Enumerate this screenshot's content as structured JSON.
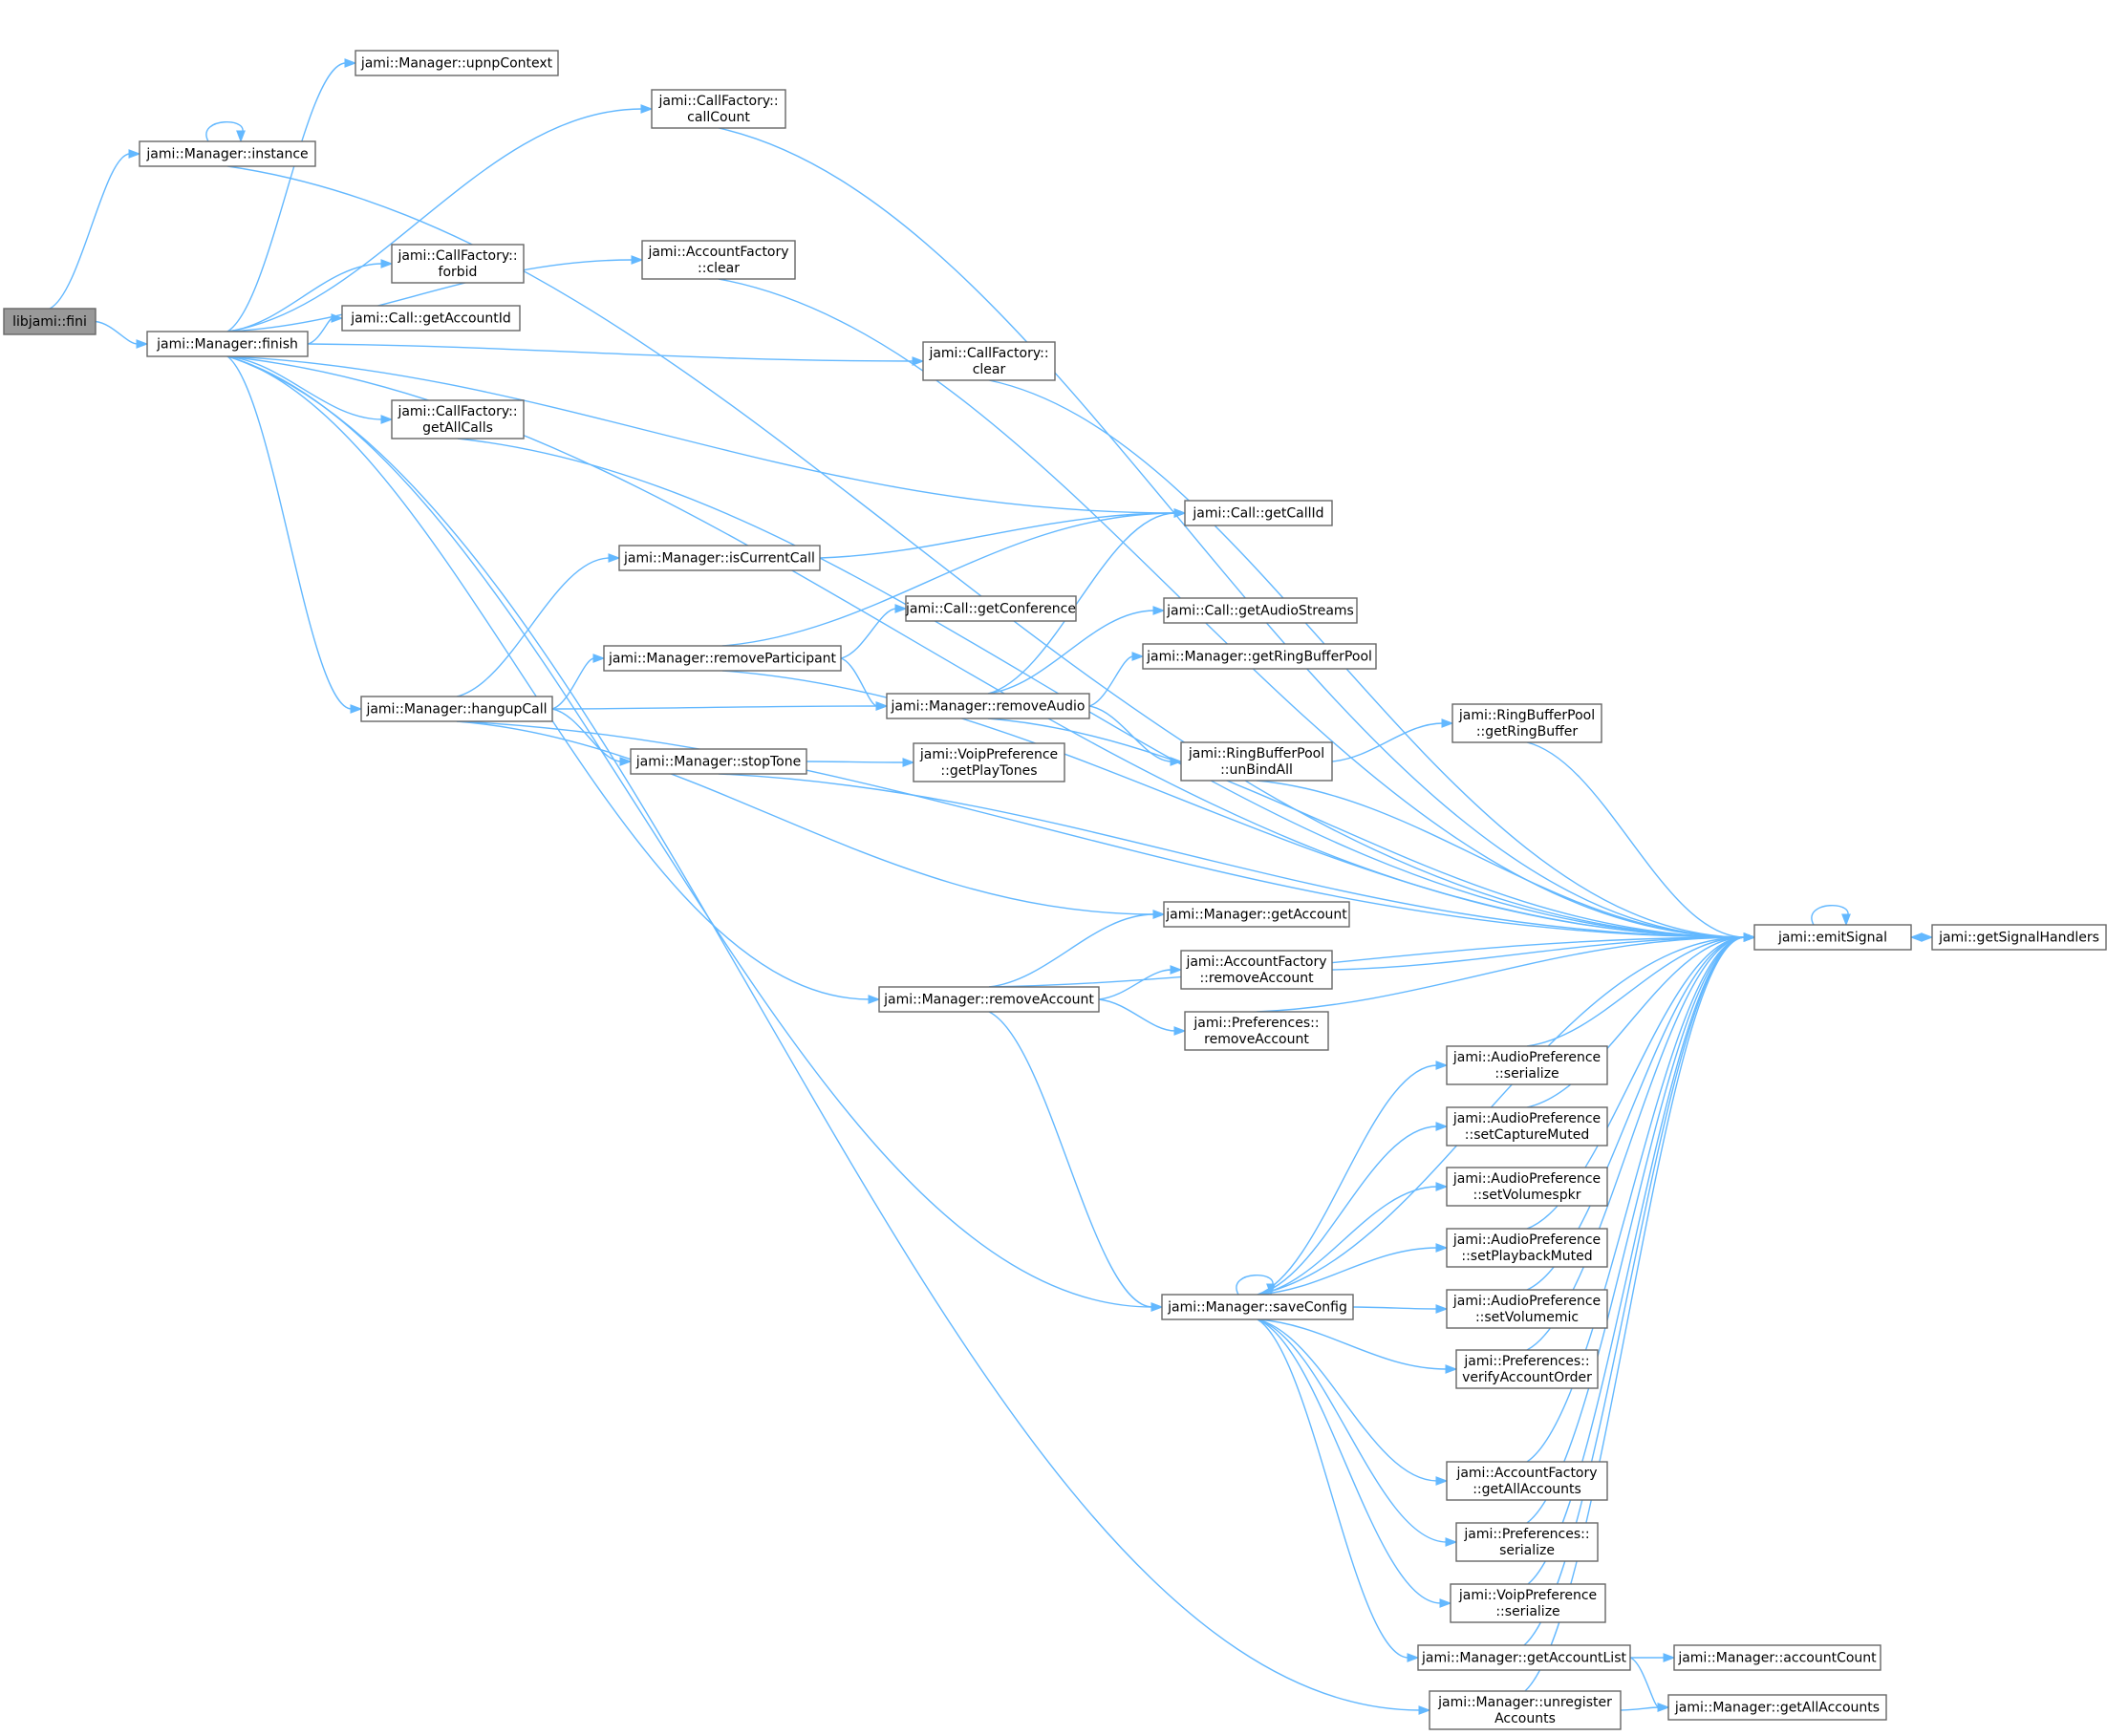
{
  "graph": {
    "nodes": [
      {
        "id": "fini",
        "lines": [
          "libjami::fini"
        ],
        "root": true
      },
      {
        "id": "instance",
        "lines": [
          "jami::Manager::instance"
        ]
      },
      {
        "id": "finish",
        "lines": [
          "jami::Manager::finish"
        ]
      },
      {
        "id": "upnpContext",
        "lines": [
          "jami::Manager::upnpContext"
        ]
      },
      {
        "id": "callCount",
        "lines": [
          "jami::CallFactory::",
          "callCount"
        ]
      },
      {
        "id": "acctClear",
        "lines": [
          "jami::AccountFactory",
          "::clear"
        ]
      },
      {
        "id": "forbid",
        "lines": [
          "jami::CallFactory::",
          "forbid"
        ]
      },
      {
        "id": "getAccountId",
        "lines": [
          "jami::Call::getAccountId"
        ]
      },
      {
        "id": "callClear",
        "lines": [
          "jami::CallFactory::",
          "clear"
        ]
      },
      {
        "id": "getAllCalls",
        "lines": [
          "jami::CallFactory::",
          "getAllCalls"
        ]
      },
      {
        "id": "getCallId",
        "lines": [
          "jami::Call::getCallId"
        ]
      },
      {
        "id": "isCurrentCall",
        "lines": [
          "jami::Manager::isCurrentCall"
        ]
      },
      {
        "id": "getConference",
        "lines": [
          "jami::Call::getConference"
        ]
      },
      {
        "id": "removeParticipant",
        "lines": [
          "jami::Manager::removeParticipant"
        ]
      },
      {
        "id": "getAudioStreams",
        "lines": [
          "jami::Call::getAudioStreams"
        ]
      },
      {
        "id": "getRingBufferPool",
        "lines": [
          "jami::Manager::getRingBufferPool"
        ]
      },
      {
        "id": "hangupCall",
        "lines": [
          "jami::Manager::hangupCall"
        ]
      },
      {
        "id": "removeAudio",
        "lines": [
          "jami::Manager::removeAudio"
        ]
      },
      {
        "id": "getRingBuffer",
        "lines": [
          "jami::RingBufferPool",
          "::getRingBuffer"
        ]
      },
      {
        "id": "stopTone",
        "lines": [
          "jami::Manager::stopTone"
        ]
      },
      {
        "id": "getPlayTones",
        "lines": [
          "jami::VoipPreference",
          "::getPlayTones"
        ]
      },
      {
        "id": "unBindAll",
        "lines": [
          "jami::RingBufferPool",
          "::unBindAll"
        ]
      },
      {
        "id": "getAccount",
        "lines": [
          "jami::Manager::getAccount"
        ]
      },
      {
        "id": "emitSignal",
        "lines": [
          "jami::emitSignal"
        ]
      },
      {
        "id": "getSignalHandlers",
        "lines": [
          "jami::getSignalHandlers"
        ]
      },
      {
        "id": "afRemoveAccount",
        "lines": [
          "jami::AccountFactory",
          "::removeAccount"
        ]
      },
      {
        "id": "removeAccount",
        "lines": [
          "jami::Manager::removeAccount"
        ]
      },
      {
        "id": "prefRemoveAccount",
        "lines": [
          "jami::Preferences::",
          "removeAccount"
        ]
      },
      {
        "id": "apSerialize",
        "lines": [
          "jami::AudioPreference",
          "::serialize"
        ]
      },
      {
        "id": "setCaptureMuted",
        "lines": [
          "jami::AudioPreference",
          "::setCaptureMuted"
        ]
      },
      {
        "id": "setVolumespkr",
        "lines": [
          "jami::AudioPreference",
          "::setVolumespkr"
        ]
      },
      {
        "id": "setPlaybackMuted",
        "lines": [
          "jami::AudioPreference",
          "::setPlaybackMuted"
        ]
      },
      {
        "id": "saveConfig",
        "lines": [
          "jami::Manager::saveConfig"
        ]
      },
      {
        "id": "setVolumemic",
        "lines": [
          "jami::AudioPreference",
          "::setVolumemic"
        ]
      },
      {
        "id": "verifyAccountOrder",
        "lines": [
          "jami::Preferences::",
          "verifyAccountOrder"
        ]
      },
      {
        "id": "afGetAllAccounts",
        "lines": [
          "jami::AccountFactory",
          "::getAllAccounts"
        ]
      },
      {
        "id": "prefSerialize",
        "lines": [
          "jami::Preferences::",
          "serialize"
        ]
      },
      {
        "id": "vpSerialize",
        "lines": [
          "jami::VoipPreference",
          "::serialize"
        ]
      },
      {
        "id": "getAccountList",
        "lines": [
          "jami::Manager::getAccountList"
        ]
      },
      {
        "id": "accountCount",
        "lines": [
          "jami::Manager::accountCount"
        ]
      },
      {
        "id": "unregisterAccounts",
        "lines": [
          "jami::Manager::unregister",
          "Accounts"
        ]
      },
      {
        "id": "mGetAllAccounts",
        "lines": [
          "jami::Manager::getAllAccounts"
        ]
      }
    ],
    "edges": [
      [
        "fini",
        "instance"
      ],
      [
        "fini",
        "finish"
      ],
      [
        "instance",
        "instance"
      ],
      [
        "instance",
        "emitSignal"
      ],
      [
        "finish",
        "upnpContext"
      ],
      [
        "finish",
        "callCount"
      ],
      [
        "finish",
        "emitSignal"
      ],
      [
        "finish",
        "acctClear"
      ],
      [
        "finish",
        "forbid"
      ],
      [
        "finish",
        "getAccountId"
      ],
      [
        "finish",
        "callClear"
      ],
      [
        "finish",
        "getAllCalls"
      ],
      [
        "finish",
        "getCallId"
      ],
      [
        "finish",
        "hangupCall"
      ],
      [
        "finish",
        "removeAccount"
      ],
      [
        "finish",
        "saveConfig"
      ],
      [
        "finish",
        "unregisterAccounts"
      ],
      [
        "callCount",
        "emitSignal"
      ],
      [
        "acctClear",
        "emitSignal"
      ],
      [
        "callClear",
        "emitSignal"
      ],
      [
        "getAllCalls",
        "emitSignal"
      ],
      [
        "hangupCall",
        "isCurrentCall"
      ],
      [
        "hangupCall",
        "removeParticipant"
      ],
      [
        "hangupCall",
        "removeAudio"
      ],
      [
        "hangupCall",
        "stopTone"
      ],
      [
        "hangupCall",
        "getAccount"
      ],
      [
        "hangupCall",
        "emitSignal"
      ],
      [
        "isCurrentCall",
        "getCallId"
      ],
      [
        "removeParticipant",
        "getCallId"
      ],
      [
        "removeParticipant",
        "getConference"
      ],
      [
        "removeParticipant",
        "removeAudio"
      ],
      [
        "removeParticipant",
        "emitSignal"
      ],
      [
        "removeAudio",
        "getCallId"
      ],
      [
        "removeAudio",
        "getAudioStreams"
      ],
      [
        "removeAudio",
        "getRingBufferPool"
      ],
      [
        "removeAudio",
        "unBindAll"
      ],
      [
        "removeAudio",
        "emitSignal"
      ],
      [
        "unBindAll",
        "getRingBuffer"
      ],
      [
        "unBindAll",
        "emitSignal"
      ],
      [
        "getRingBuffer",
        "emitSignal"
      ],
      [
        "stopTone",
        "getPlayTones"
      ],
      [
        "stopTone",
        "emitSignal"
      ],
      [
        "emitSignal",
        "emitSignal"
      ],
      [
        "emitSignal",
        "getSignalHandlers"
      ],
      [
        "getSignalHandlers",
        "emitSignal"
      ],
      [
        "removeAccount",
        "getAccount"
      ],
      [
        "removeAccount",
        "afRemoveAccount"
      ],
      [
        "removeAccount",
        "prefRemoveAccount"
      ],
      [
        "removeAccount",
        "emitSignal"
      ],
      [
        "removeAccount",
        "saveConfig"
      ],
      [
        "afRemoveAccount",
        "emitSignal"
      ],
      [
        "prefRemoveAccount",
        "emitSignal"
      ],
      [
        "saveConfig",
        "saveConfig"
      ],
      [
        "saveConfig",
        "apSerialize"
      ],
      [
        "saveConfig",
        "setCaptureMuted"
      ],
      [
        "saveConfig",
        "setVolumespkr"
      ],
      [
        "saveConfig",
        "setPlaybackMuted"
      ],
      [
        "saveConfig",
        "setVolumemic"
      ],
      [
        "saveConfig",
        "verifyAccountOrder"
      ],
      [
        "saveConfig",
        "emitSignal"
      ],
      [
        "saveConfig",
        "afGetAllAccounts"
      ],
      [
        "saveConfig",
        "prefSerialize"
      ],
      [
        "saveConfig",
        "vpSerialize"
      ],
      [
        "saveConfig",
        "getAccountList"
      ],
      [
        "apSerialize",
        "emitSignal"
      ],
      [
        "setCaptureMuted",
        "emitSignal"
      ],
      [
        "setPlaybackMuted",
        "emitSignal"
      ],
      [
        "setVolumemic",
        "emitSignal"
      ],
      [
        "verifyAccountOrder",
        "emitSignal"
      ],
      [
        "afGetAllAccounts",
        "emitSignal"
      ],
      [
        "prefSerialize",
        "emitSignal"
      ],
      [
        "vpSerialize",
        "emitSignal"
      ],
      [
        "getAccountList",
        "accountCount"
      ],
      [
        "getAccountList",
        "mGetAllAccounts"
      ],
      [
        "getAccountList",
        "emitSignal"
      ],
      [
        "unregisterAccounts",
        "mGetAllAccounts"
      ],
      [
        "unregisterAccounts",
        "emitSignal"
      ]
    ]
  }
}
